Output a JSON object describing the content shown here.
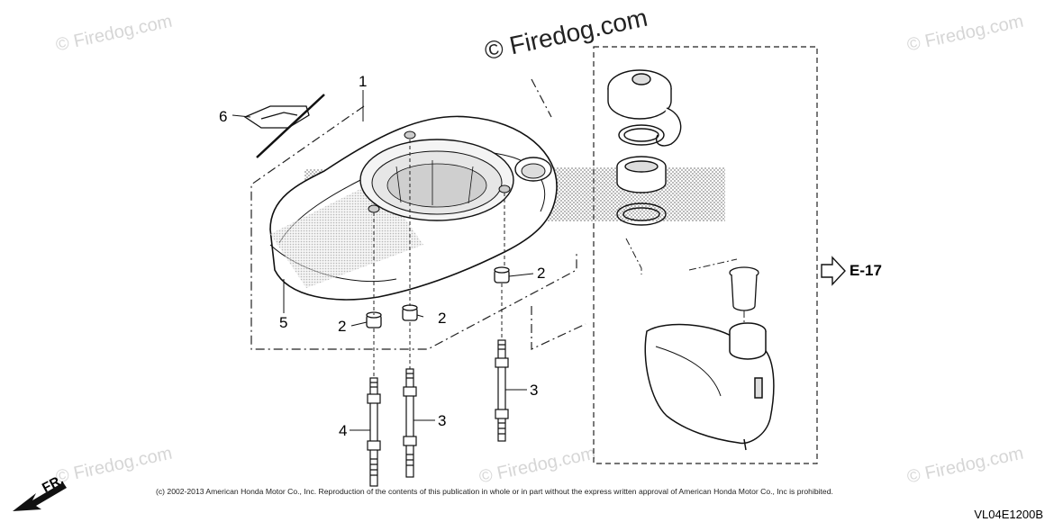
{
  "watermarks": {
    "main": "© Firedog.com",
    "faint": "© Firedog.com"
  },
  "callouts": {
    "c1": "1",
    "c2a": "2",
    "c2b": "2",
    "c2c": "2",
    "c3a": "3",
    "c3b": "3",
    "c4": "4",
    "c5": "5",
    "c6": "6"
  },
  "reference": "E-17",
  "direction": "FR.",
  "copyright": "(c) 2002-2013 American Honda Motor Co., Inc. Reproduction of the contents of this publication in whole or in part without the express written approval of American Honda Motor Co., Inc is prohibited.",
  "diagram_code": "VL04E1200B"
}
